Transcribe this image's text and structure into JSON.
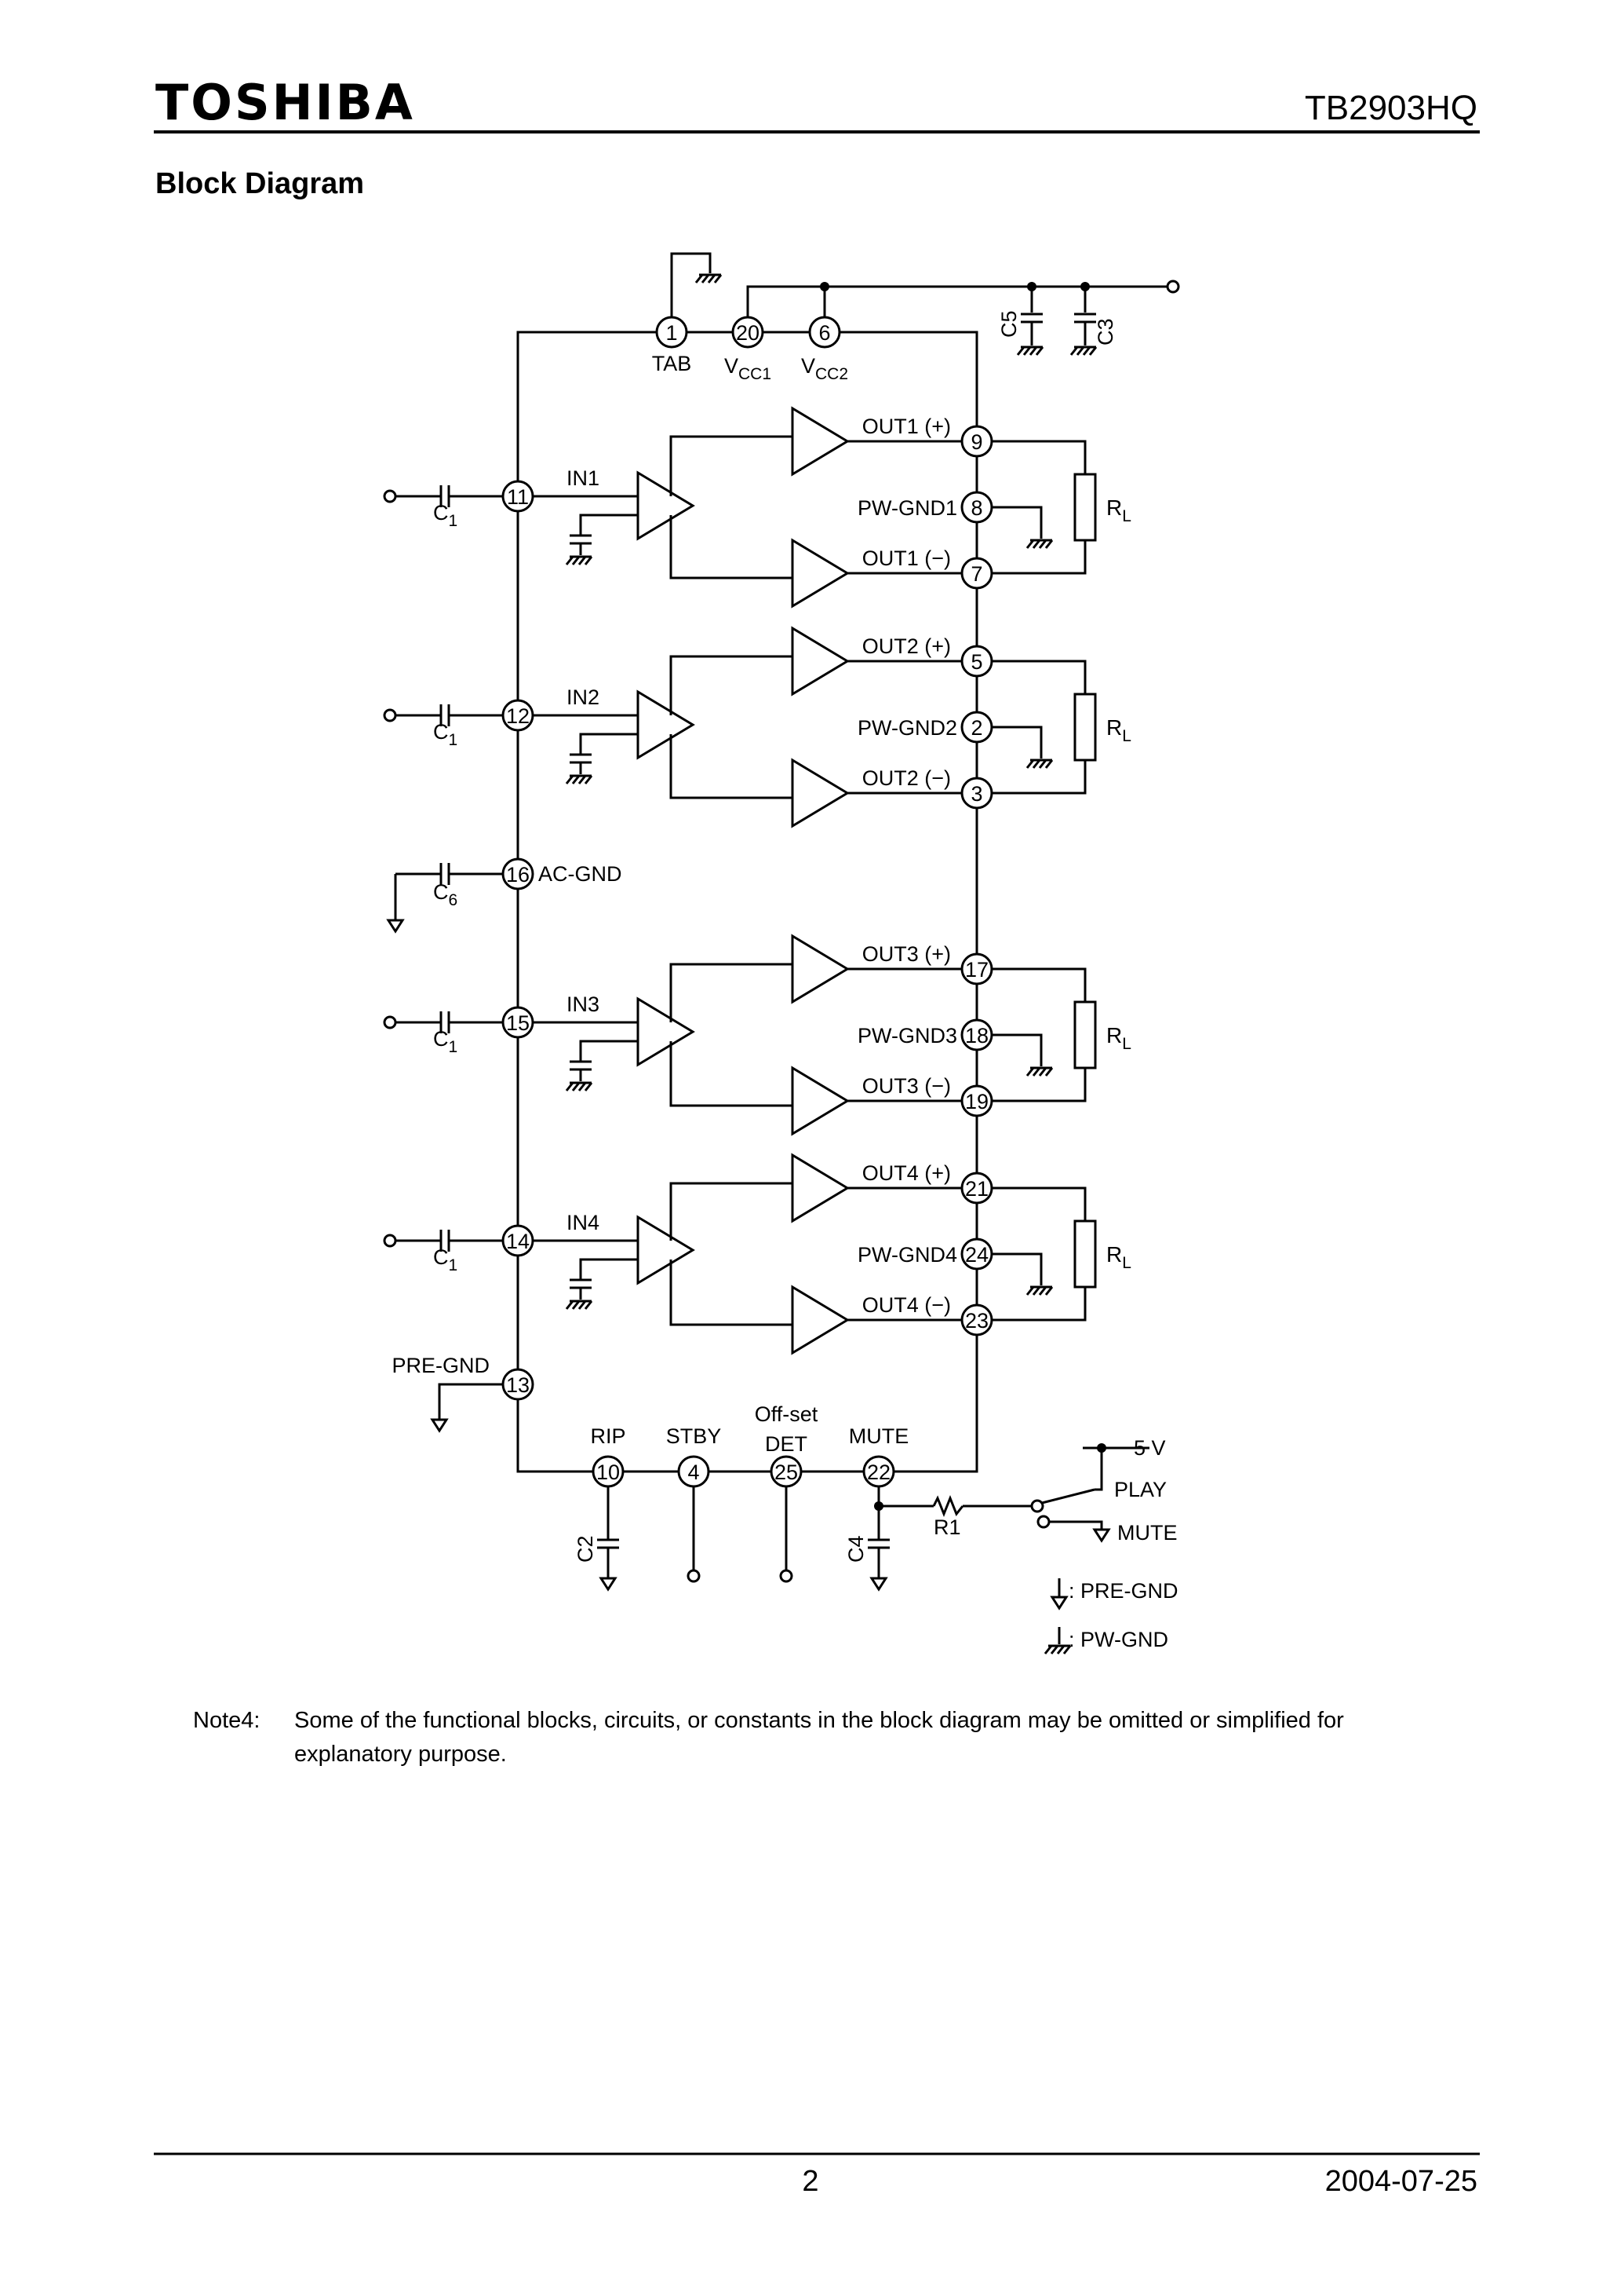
{
  "header": {
    "brand": "TOSHIBA",
    "part_number": "TB2903HQ"
  },
  "section_title": "Block Diagram",
  "ic": {
    "top_pins": [
      {
        "num": "1",
        "label": "TAB"
      },
      {
        "num": "20",
        "label": "VCC1"
      },
      {
        "num": "6",
        "label": "VCC2"
      }
    ],
    "left_pins": [
      {
        "num": "11",
        "label": "IN1",
        "cap": "C1"
      },
      {
        "num": "12",
        "label": "IN2",
        "cap": "C1"
      },
      {
        "num": "16",
        "label": "AC-GND",
        "cap": "C6"
      },
      {
        "num": "15",
        "label": "IN3",
        "cap": "C1"
      },
      {
        "num": "14",
        "label": "IN4",
        "cap": "C1"
      },
      {
        "num": "13",
        "label": "PRE-GND"
      }
    ],
    "bottom_pins": [
      {
        "num": "10",
        "label": "RIP",
        "cap": "C2"
      },
      {
        "num": "4",
        "label": "STBY"
      },
      {
        "num": "25",
        "label_line1": "Off-set",
        "label_line2": "DET"
      },
      {
        "num": "22",
        "label": "MUTE",
        "cap": "C4"
      }
    ],
    "channels": [
      {
        "out_pos_pin": "9",
        "out_pos_label": "OUT1 (+)",
        "gnd_pin": "8",
        "gnd_label": "PW-GND1",
        "out_neg_pin": "7",
        "out_neg_label": "OUT1 (−)",
        "load": "RL"
      },
      {
        "out_pos_pin": "5",
        "out_pos_label": "OUT2 (+)",
        "gnd_pin": "2",
        "gnd_label": "PW-GND2",
        "out_neg_pin": "3",
        "out_neg_label": "OUT2 (−)",
        "load": "RL"
      },
      {
        "out_pos_pin": "17",
        "out_pos_label": "OUT3 (+)",
        "gnd_pin": "18",
        "gnd_label": "PW-GND3",
        "out_neg_pin": "19",
        "out_neg_label": "OUT3 (−)",
        "load": "RL"
      },
      {
        "out_pos_pin": "21",
        "out_pos_label": "OUT4 (+)",
        "gnd_pin": "24",
        "gnd_label": "PW-GND4",
        "out_neg_pin": "23",
        "out_neg_label": "OUT4 (−)",
        "load": "RL"
      }
    ]
  },
  "supply_caps": [
    "C5",
    "C3"
  ],
  "mute_circuit": {
    "supply": "5 V",
    "play": "PLAY",
    "mute": "MUTE",
    "resistor": "R1"
  },
  "legend": {
    "pre_gnd": ": PRE-GND",
    "pw_gnd": ": PW-GND"
  },
  "note": {
    "label": "Note4:",
    "line1": "Some of the functional blocks, circuits, or constants in the block diagram may be omitted or simplified for",
    "line2": "explanatory purpose."
  },
  "footer": {
    "page": "2",
    "date": "2004-07-25"
  }
}
